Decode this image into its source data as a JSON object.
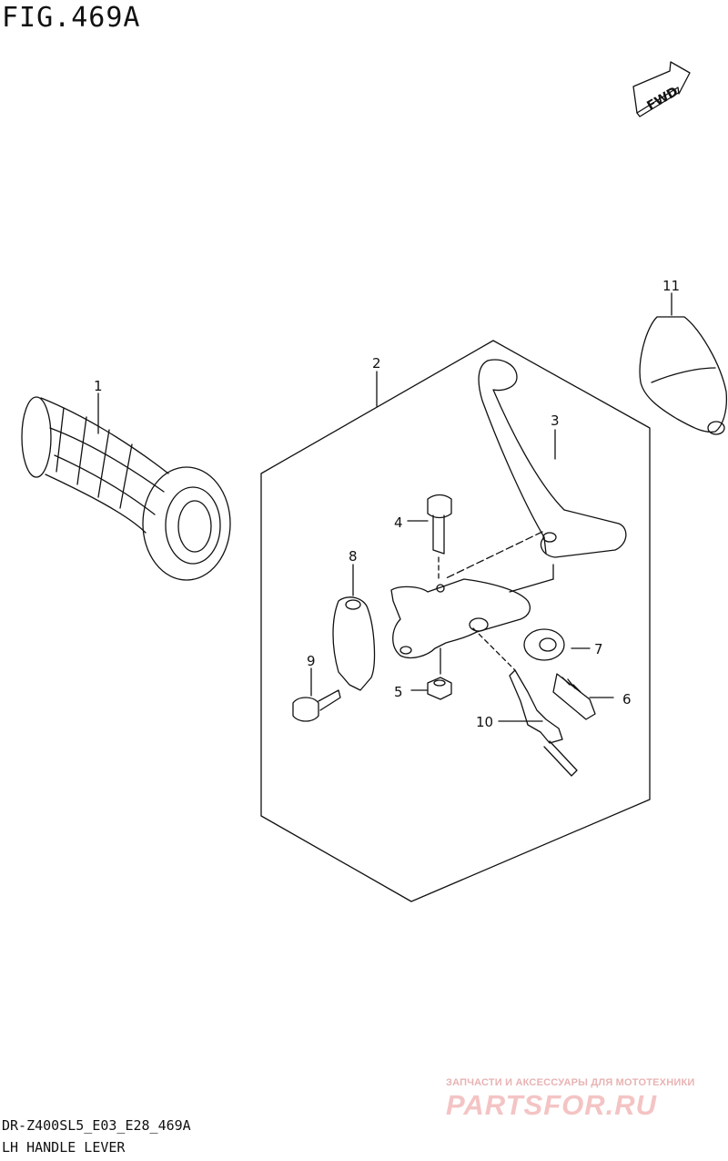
{
  "figure": {
    "title": "FIG.469A",
    "model_code": "DR-Z400SL5_E03_E28_469A",
    "section_name": "LH HANDLE LEVER"
  },
  "orientation_badge": {
    "label": "FWD"
  },
  "callouts": [
    "1",
    "2",
    "3",
    "4",
    "5",
    "6",
    "7",
    "8",
    "9",
    "10",
    "11"
  ],
  "parts": [
    {
      "ref": "1",
      "icon": "handlebar-grip-icon"
    },
    {
      "ref": "2",
      "icon": "lever-assembly-group-icon"
    },
    {
      "ref": "3",
      "icon": "clutch-lever-icon"
    },
    {
      "ref": "4",
      "icon": "pivot-bolt-icon"
    },
    {
      "ref": "5",
      "icon": "nut-icon"
    },
    {
      "ref": "6",
      "icon": "cable-adjuster-icon"
    },
    {
      "ref": "7",
      "icon": "adjuster-nut-icon"
    },
    {
      "ref": "8",
      "icon": "lever-clamp-icon"
    },
    {
      "ref": "9",
      "icon": "clamp-bolt-icon"
    },
    {
      "ref": "10",
      "icon": "clutch-switch-icon"
    },
    {
      "ref": "11",
      "icon": "lever-guard-icon"
    }
  ],
  "watermark": {
    "tagline": "ЗАПЧАСТИ И АКСЕССУАРЫ ДЛЯ МОТОТЕХНИКИ",
    "site": "PARTSFOR.RU"
  }
}
